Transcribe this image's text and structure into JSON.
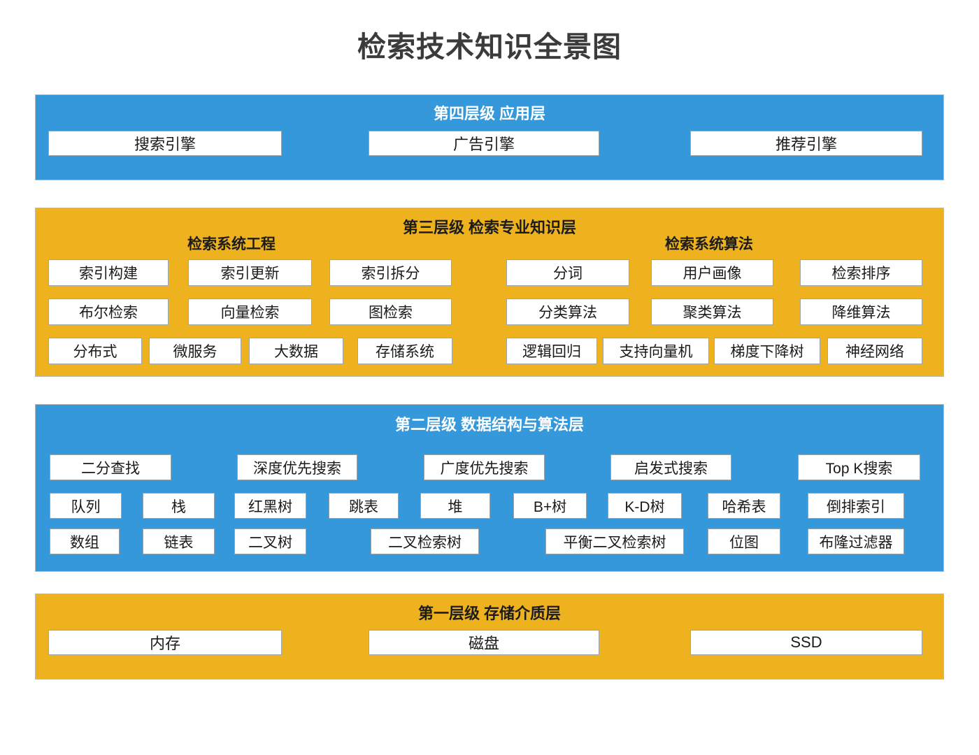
{
  "title": "检索技术知识全景图",
  "colors": {
    "blue": "#3498db",
    "gold": "#edb21d",
    "chip_bg": "#ffffff",
    "chip_border": "#9aa5ad",
    "title_text": "#3b3b3b"
  },
  "layers": [
    {
      "id": "layer4",
      "color": "blue",
      "title": "第四层级 应用层",
      "groups": [],
      "rows": [
        {
          "items": [
            "搜索引擎",
            "广告引擎",
            "推荐引擎"
          ]
        }
      ]
    },
    {
      "id": "layer3",
      "color": "gold",
      "title": "第三层级 检索专业知识层",
      "groups": [
        "检索系统工程",
        "检索系统算法"
      ],
      "rows": [
        {
          "items": [
            "索引构建",
            "索引更新",
            "索引拆分",
            "分词",
            "用户画像",
            "检索排序"
          ]
        },
        {
          "items": [
            "布尔检索",
            "向量检索",
            "图检索",
            "分类算法",
            "聚类算法",
            "降维算法"
          ]
        },
        {
          "items": [
            "分布式",
            "微服务",
            "大数据",
            "存储系统",
            "逻辑回归",
            "支持向量机",
            "梯度下降树",
            "神经网络"
          ]
        }
      ]
    },
    {
      "id": "layer2",
      "color": "blue",
      "title": "第二层级 数据结构与算法层",
      "groups": [],
      "rows": [
        {
          "items": [
            "二分查找",
            "深度优先搜索",
            "广度优先搜索",
            "启发式搜索",
            "Top K搜索"
          ]
        },
        {
          "items": [
            "队列",
            "栈",
            "红黑树",
            "跳表",
            "堆",
            "B+树",
            "K-D树",
            "哈希表",
            "倒排索引"
          ]
        },
        {
          "items": [
            "数组",
            "链表",
            "二叉树",
            "二叉检索树",
            "平衡二叉检索树",
            "位图",
            "布隆过滤器"
          ]
        }
      ]
    },
    {
      "id": "layer1",
      "color": "gold",
      "title": "第一层级 存储介质层",
      "groups": [],
      "rows": [
        {
          "items": [
            "内存",
            "磁盘",
            "SSD"
          ]
        }
      ]
    }
  ]
}
